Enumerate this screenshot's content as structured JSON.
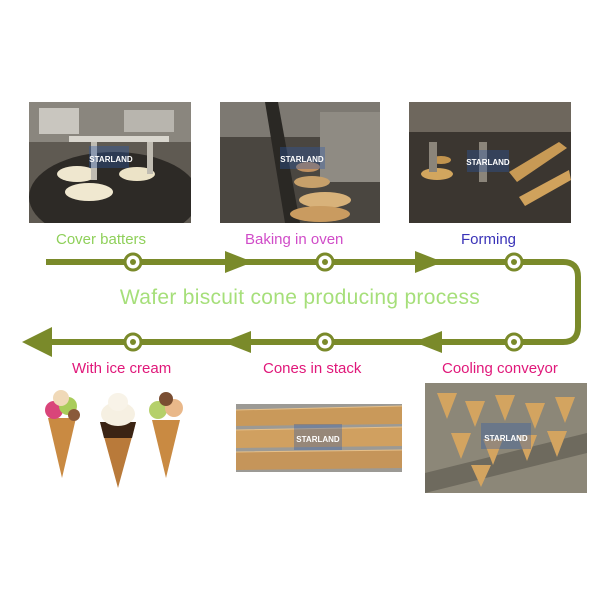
{
  "title": "Wafer biscuit cone producing process",
  "steps": [
    {
      "label": "Cover batters",
      "color": "#8fd05a"
    },
    {
      "label": "Baking in oven",
      "color": "#d04cc8"
    },
    {
      "label": "Forming",
      "color": "#3a33b8"
    },
    {
      "label": "Cooling conveyor",
      "color": "#e0187a"
    },
    {
      "label": "Cones in stack",
      "color": "#e0187a"
    },
    {
      "label": "With ice cream",
      "color": "#e0187a"
    }
  ],
  "watermark": "STARLAND",
  "colors": {
    "arrow": "#7a8a2a",
    "title": "#a6df7a"
  }
}
